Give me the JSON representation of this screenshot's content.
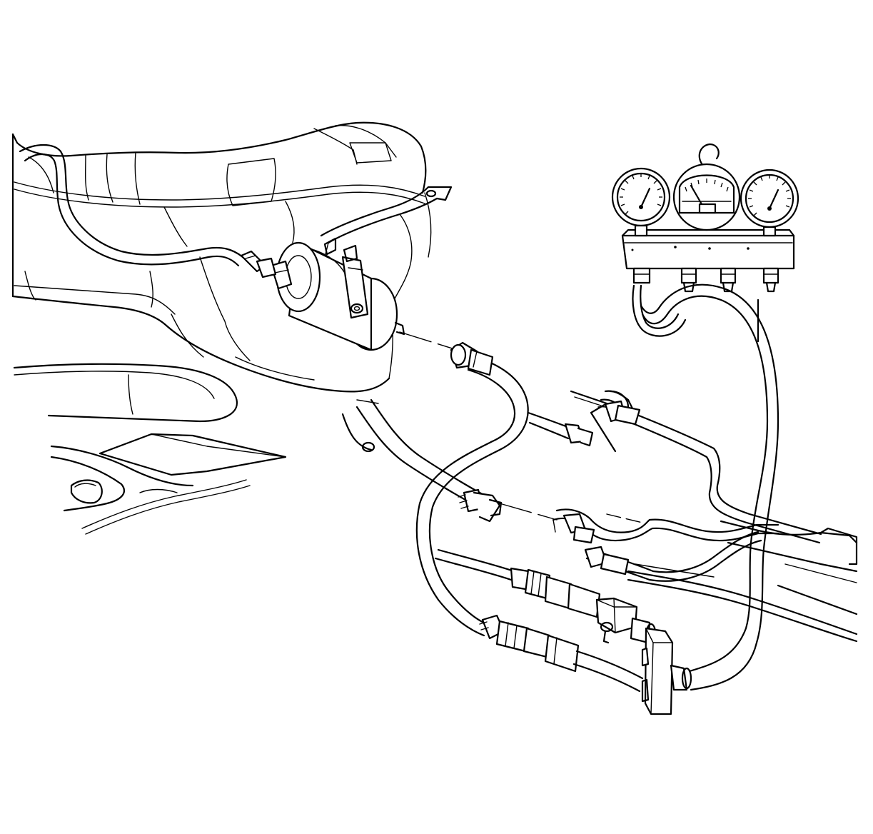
{
  "figure": {
    "background": "#ffffff",
    "line_color": "#000000",
    "components": [
      {
        "name": "fuel-tank"
      },
      {
        "name": "fuel-filter"
      },
      {
        "name": "mounting-bracket"
      },
      {
        "name": "fuel-line-hose"
      },
      {
        "name": "quick-connect-fittings"
      },
      {
        "name": "tee-adapter"
      },
      {
        "name": "gauge-manifold"
      },
      {
        "name": "chassis-frame-rail"
      }
    ],
    "gauges": [
      {
        "name": "left-pressure-gauge"
      },
      {
        "name": "center-vacuum-gauge"
      },
      {
        "name": "right-pressure-gauge"
      }
    ]
  }
}
